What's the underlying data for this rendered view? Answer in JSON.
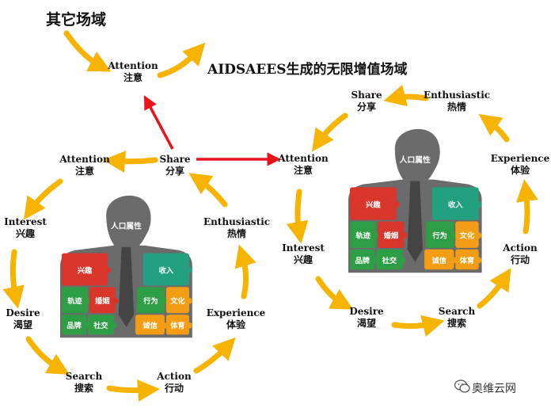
{
  "titles": {
    "top": "其它场域",
    "main": "AIDSAEES生成的无限增值场域"
  },
  "top_node": {
    "en": "Attention",
    "zh": "注意"
  },
  "left_cycle": [
    {
      "en": "Share",
      "zh": "分享"
    },
    {
      "en": "Attention",
      "zh": "注意"
    },
    {
      "en": "Interest",
      "zh": "兴趣"
    },
    {
      "en": "Desire",
      "zh": "渴望"
    },
    {
      "en": "Search",
      "zh": "搜索"
    },
    {
      "en": "Action",
      "zh": "行动"
    },
    {
      "en": "Experience",
      "zh": "体验"
    },
    {
      "en": "Enthusiastic",
      "zh": "热情"
    }
  ],
  "right_cycle": [
    {
      "en": "Enthusiastic",
      "zh": "热情"
    },
    {
      "en": "Share",
      "zh": "分享"
    },
    {
      "en": "Attention",
      "zh": "注意"
    },
    {
      "en": "Interest",
      "zh": "兴趣"
    },
    {
      "en": "Desire",
      "zh": "渴望"
    },
    {
      "en": "Search",
      "zh": "搜索"
    },
    {
      "en": "Action",
      "zh": "行动"
    },
    {
      "en": "Experience",
      "zh": "体验"
    }
  ],
  "persona": {
    "head_label": "人口属性",
    "pieces": [
      "兴趣",
      "收入",
      "轨迹",
      "婚姻",
      "行为",
      "文化",
      "品牌",
      "社交",
      "诚信",
      "体育"
    ]
  },
  "colors": {
    "cycle_arrow": "#F6B300",
    "link_arrow": "#E8141B",
    "silhouette": "#6B6B6B",
    "red": "#D9362B",
    "green": "#2E9E46",
    "teal": "#22A07F",
    "orange": "#F29D13"
  },
  "watermark": "奥维云网"
}
